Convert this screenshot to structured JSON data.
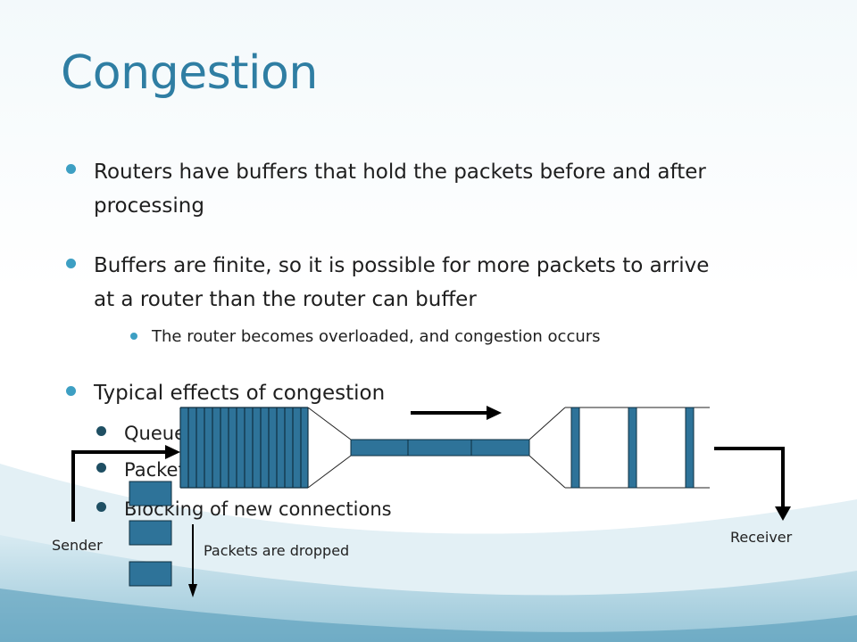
{
  "slide": {
    "title": "Congestion",
    "bullets": [
      {
        "text_l1": "Routers have buffers that hold the packets before and after",
        "text_l2": "processing"
      },
      {
        "text_l1": "Buffers are finite, so it is possible for more packets to arrive",
        "text_l2": "at a router than the router can buffer"
      },
      {
        "text": "The router becomes overloaded, and congestion occurs"
      },
      {
        "text": "Typical effects of congestion"
      },
      {
        "text": "Queueing delay"
      },
      {
        "text": "Packet loss"
      },
      {
        "text": "Blocking of new connections"
      }
    ]
  },
  "diagram": {
    "sender_label": "Sender",
    "receiver_label": "Receiver",
    "dropped_label": "Packets are dropped",
    "queue_color": "#2e7399"
  },
  "colors": {
    "title": "#2f7ea3",
    "bullet": "#3d9fc3",
    "sub_bullet": "#1f4f63"
  }
}
